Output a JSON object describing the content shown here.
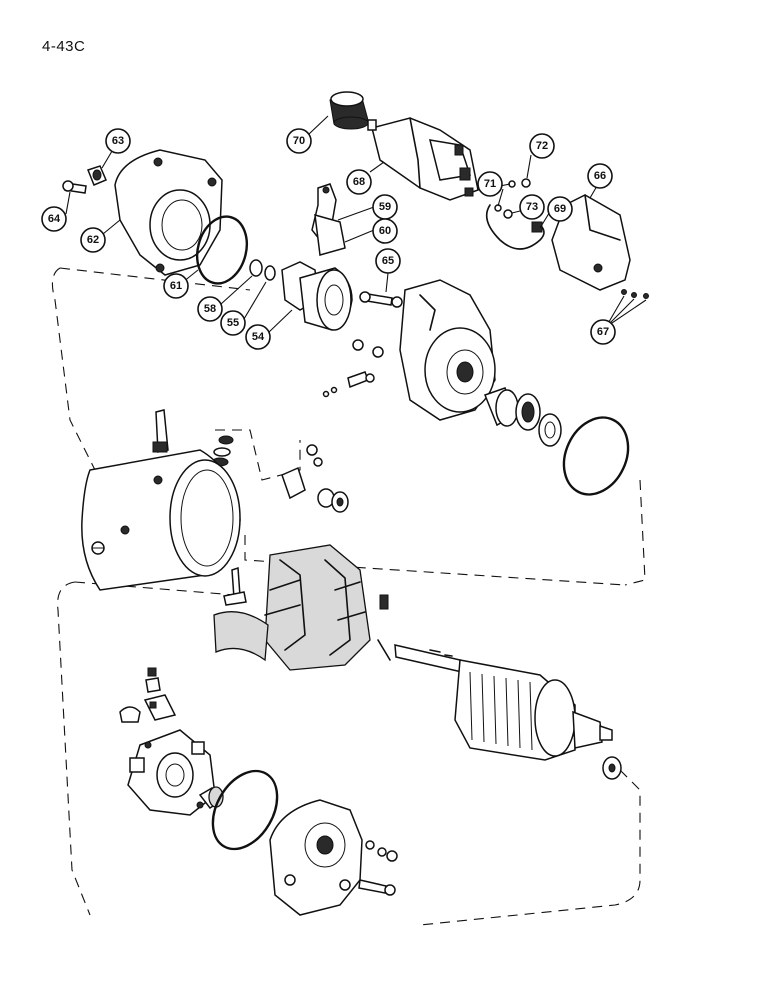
{
  "page_ref": "4-43C",
  "callouts": [
    {
      "id": "70",
      "label": "70"
    },
    {
      "id": "63",
      "label": "63"
    },
    {
      "id": "72",
      "label": "72"
    },
    {
      "id": "68",
      "label": "68"
    },
    {
      "id": "71",
      "label": "71"
    },
    {
      "id": "66",
      "label": "66"
    },
    {
      "id": "73",
      "label": "73"
    },
    {
      "id": "69",
      "label": "69"
    },
    {
      "id": "64",
      "label": "64"
    },
    {
      "id": "62",
      "label": "62"
    },
    {
      "id": "59",
      "label": "59"
    },
    {
      "id": "60",
      "label": "60"
    },
    {
      "id": "65",
      "label": "65"
    },
    {
      "id": "61",
      "label": "61"
    },
    {
      "id": "58",
      "label": "58"
    },
    {
      "id": "55",
      "label": "55"
    },
    {
      "id": "54",
      "label": "54"
    },
    {
      "id": "67",
      "label": "67"
    }
  ]
}
